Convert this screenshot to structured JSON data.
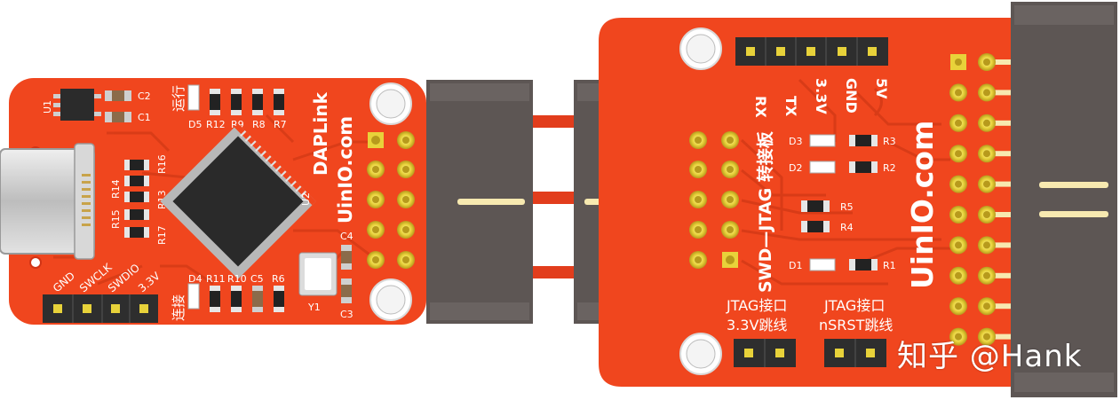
{
  "colors": {
    "pcb": "#f0461e",
    "pcb_dark": "#d13415",
    "trace": "#e03a18",
    "silk": "#ffffff",
    "gold": "#e8d23a",
    "gold_dark": "#a8891a",
    "housing": "#5d5654",
    "chip": "#2a2a2a",
    "usb": "#c9c9c9"
  },
  "left_board": {
    "brand": "UinIO.com",
    "product": "DAPLink",
    "labels": {
      "u1": "U1",
      "u2": "U2",
      "c1": "C1",
      "c2": "C2",
      "c3": "C3",
      "c4": "C4",
      "c5": "C5",
      "d4": "D4",
      "d5": "D5",
      "y1": "Y1",
      "r6": "R6",
      "r7": "R7",
      "r8": "R8",
      "r9": "R9",
      "r10": "R10",
      "r11": "R11",
      "r12": "R12",
      "r13": "R13",
      "r14": "R14",
      "r15": "R15",
      "r16": "R16",
      "r17": "R17",
      "run": "运行",
      "connect": "连接"
    },
    "pins": [
      "GND",
      "SWCLK",
      "SWDIO",
      "3.3V"
    ]
  },
  "right_board": {
    "brand": "UinIO.com",
    "title": "SWD—JTAG 转接板",
    "uart_pins": [
      "RX",
      "TX",
      "3.3V",
      "GND",
      "5V"
    ],
    "labels": {
      "d1": "D1",
      "d2": "D2",
      "d3": "D3",
      "r1": "R1",
      "r2": "R2",
      "r3": "R3",
      "r4": "R4",
      "r5": "R5"
    },
    "jumper1": [
      "JTAG接口",
      "3.3V跳线"
    ],
    "jumper2": [
      "JTAG接口",
      "nSRST跳线"
    ]
  },
  "watermark": "知乎 @Hank"
}
